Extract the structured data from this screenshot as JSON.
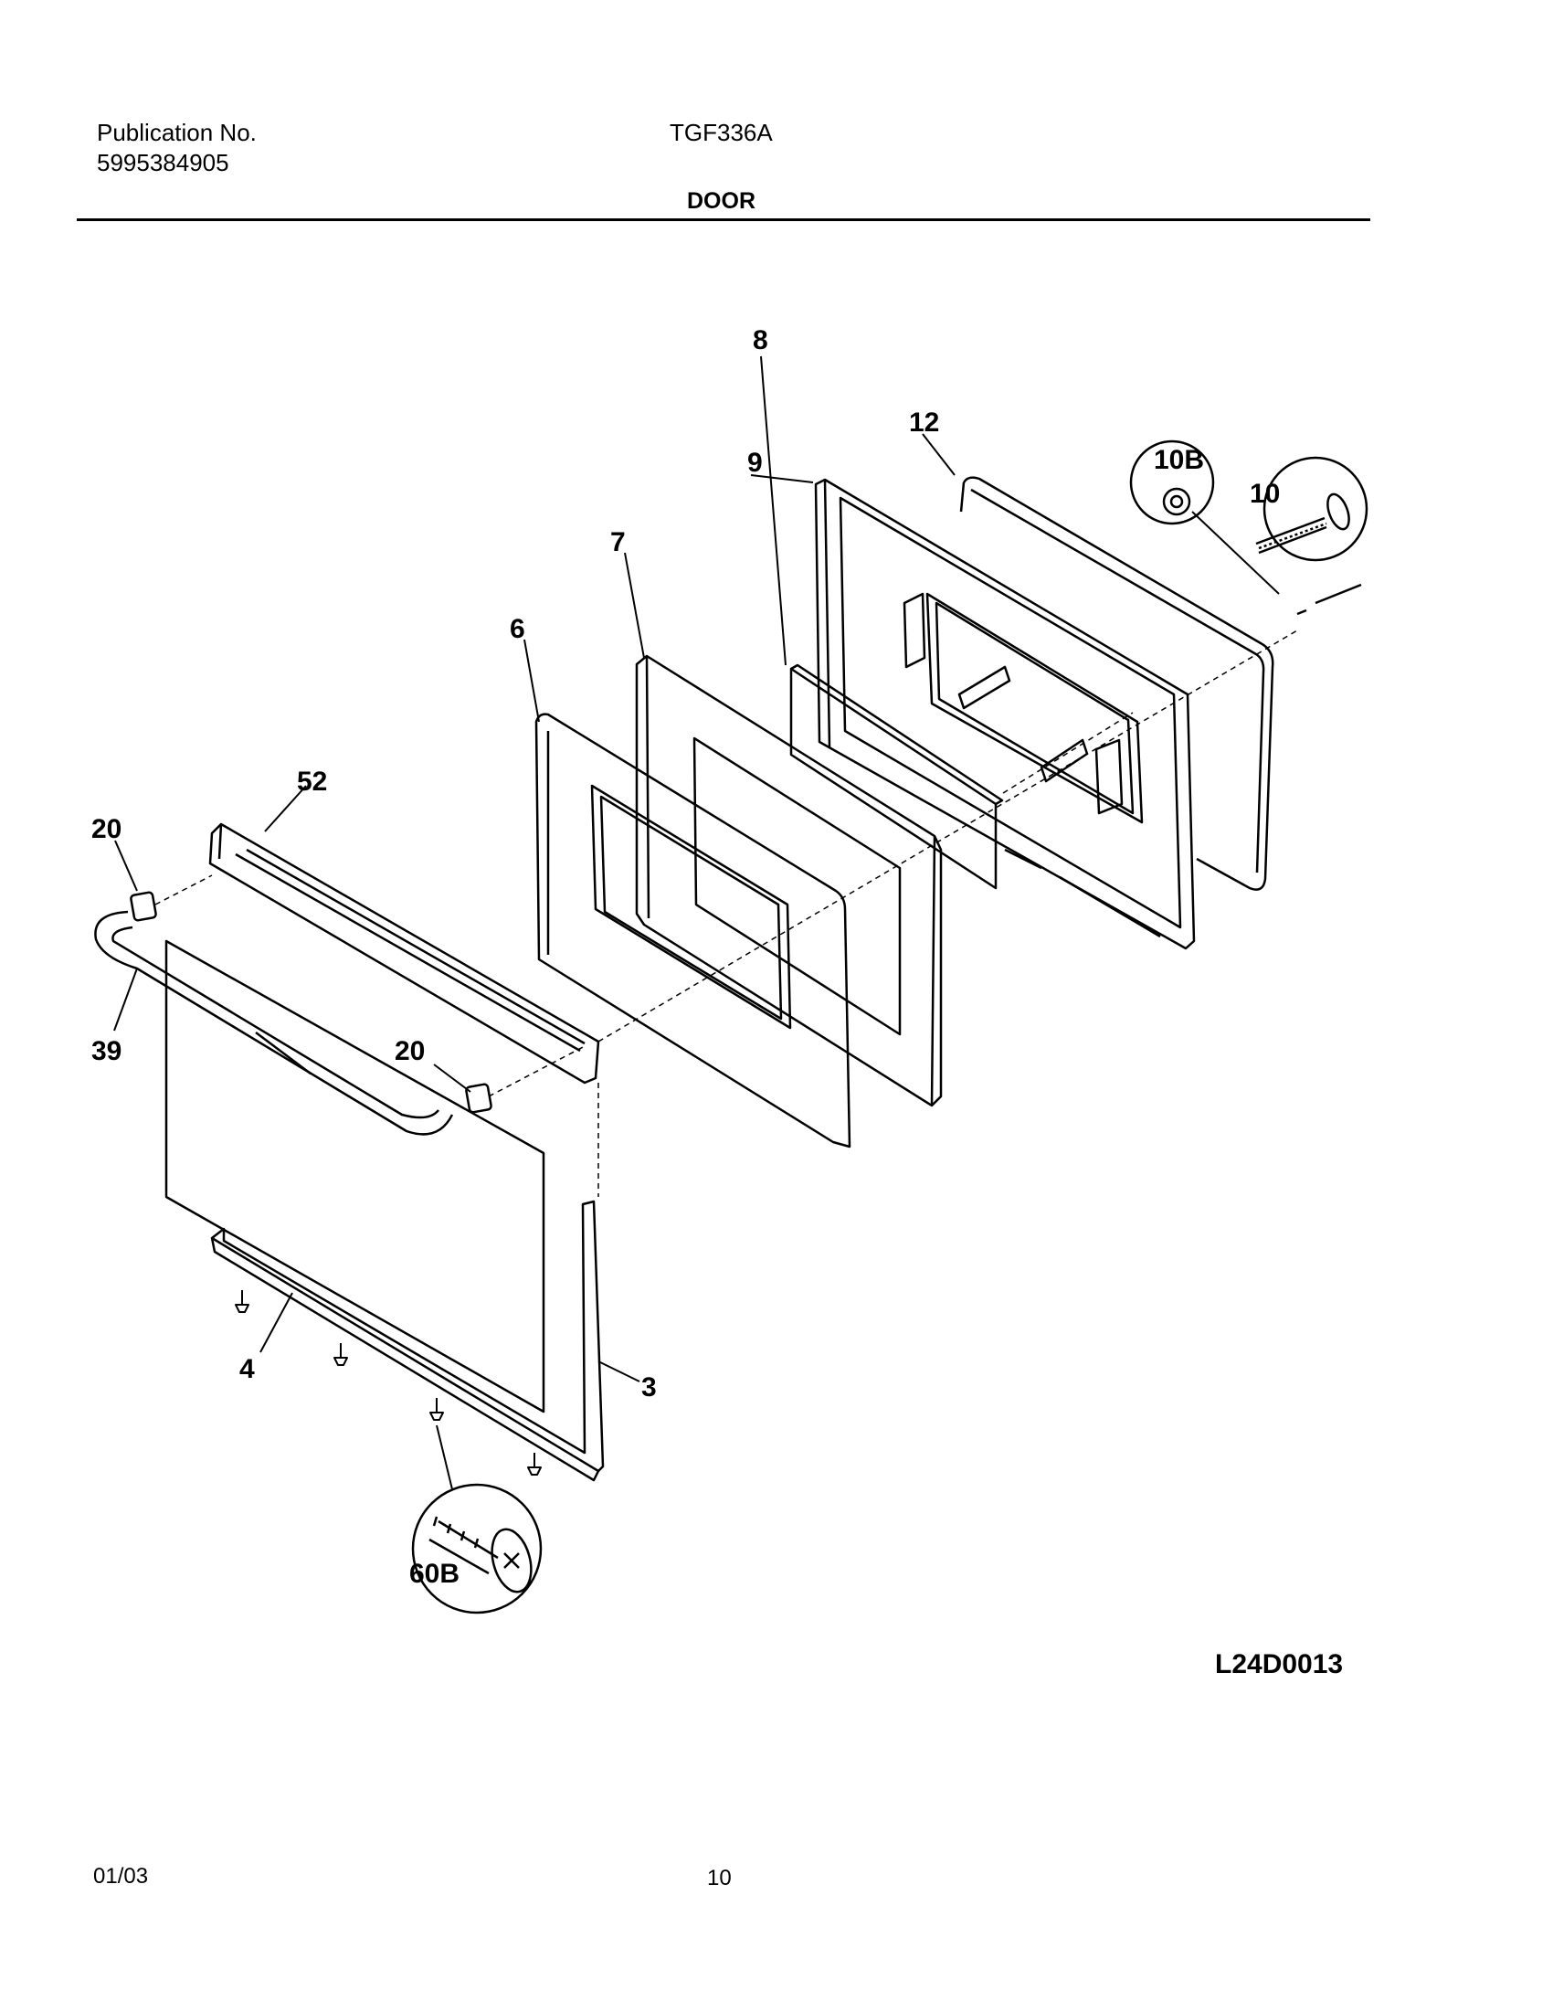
{
  "header": {
    "publication_label": "Publication No.",
    "publication_number": "5995384905",
    "model": "TGF336A",
    "section": "DOOR"
  },
  "callouts": {
    "c3": "3",
    "c4": "4",
    "c6": "6",
    "c7": "7",
    "c8": "8",
    "c9": "9",
    "c10": "10",
    "c10b": "10B",
    "c12": "12",
    "c20a": "20",
    "c20b": "20",
    "c39": "39",
    "c52": "52",
    "c60b": "60B"
  },
  "footer": {
    "drawing_code": "L24D0013",
    "date": "01/03",
    "page": "10"
  }
}
